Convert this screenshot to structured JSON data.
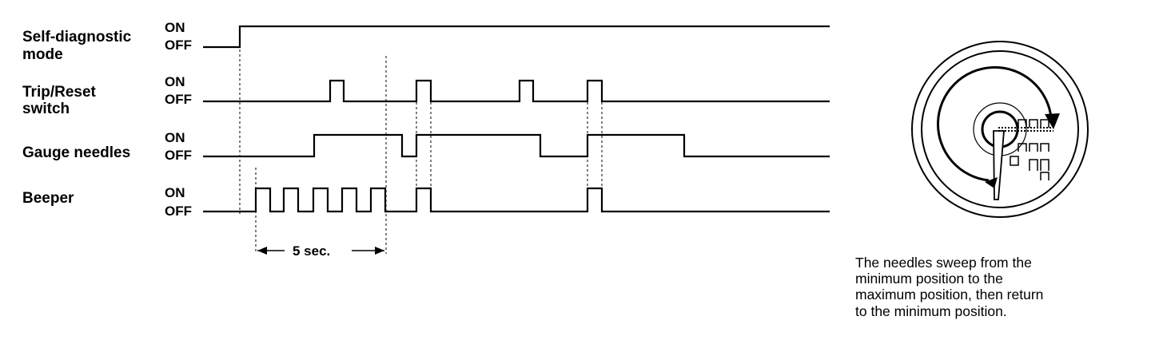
{
  "signals": [
    {
      "label_lines": [
        "Self-diagnostic",
        "mode"
      ],
      "on_label": "ON",
      "off_label": "OFF"
    },
    {
      "label_lines": [
        "Trip/Reset",
        "switch"
      ],
      "on_label": "ON",
      "off_label": "OFF"
    },
    {
      "label_lines": [
        "Gauge needles"
      ],
      "on_label": "ON",
      "off_label": "OFF"
    },
    {
      "label_lines": [
        "Beeper"
      ],
      "on_label": "ON",
      "off_label": "OFF"
    }
  ],
  "duration_label": "5 sec.",
  "caption_lines": [
    "The needles sweep from the",
    "minimum position to the",
    "maximum position, then return",
    "to the minimum position."
  ],
  "icons": [
    "gauge-dial-icon",
    "sweep-arrow-icon",
    "needle-icon"
  ]
}
